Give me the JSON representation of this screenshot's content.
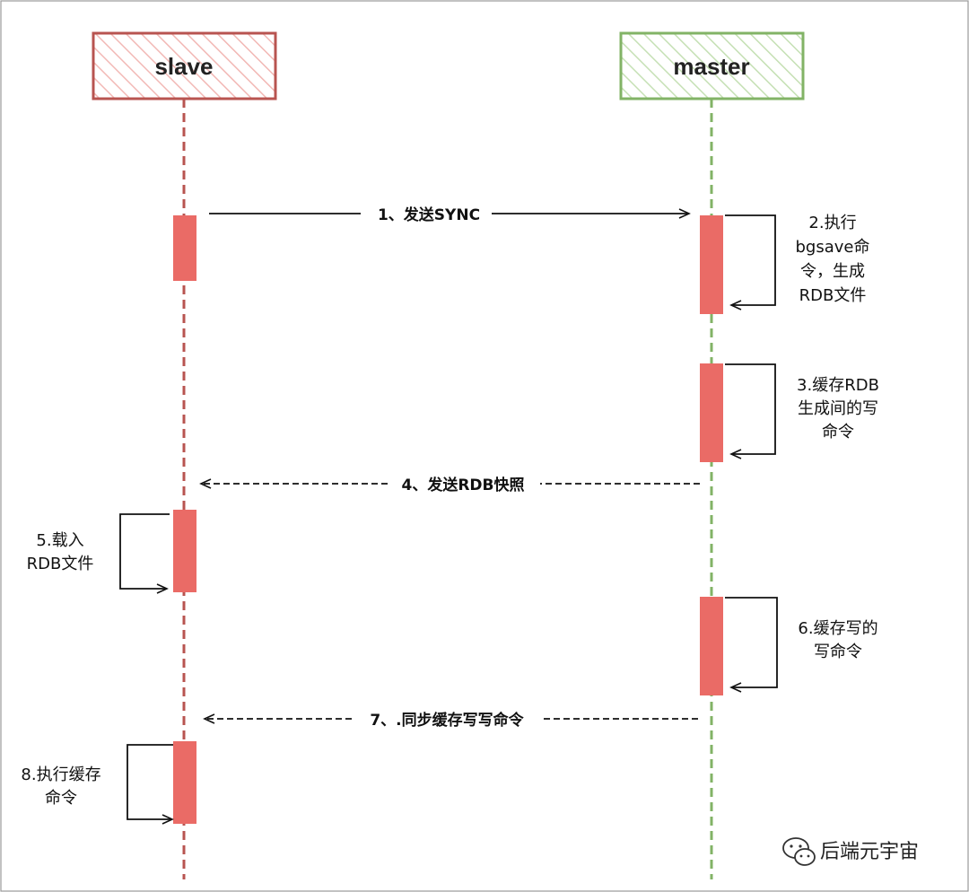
{
  "participants": {
    "slave": {
      "label": "slave",
      "color": "#b85450",
      "fill": "#f8cecc"
    },
    "master": {
      "label": "master",
      "color": "#82b366",
      "fill": "#d5e8d4"
    }
  },
  "activation_color": "#ea6b66",
  "messages": {
    "m1": "1、发送SYNC",
    "m4": "4、发送RDB快照",
    "m7": "7、.同步缓存写写命令"
  },
  "notes": {
    "n2": [
      "2.执行",
      "bgsave命",
      "令，生成",
      "RDB文件"
    ],
    "n3": [
      "3.缓存RDB",
      "生成间的写",
      "命令"
    ],
    "n5": [
      "5.载入",
      "RDB文件"
    ],
    "n6": [
      "6.缓存写的",
      "写命令"
    ],
    "n8": [
      "8.执行缓存",
      "命令"
    ]
  },
  "watermark": {
    "text": "后端元宇宙",
    "icon": "wechat-icon"
  }
}
